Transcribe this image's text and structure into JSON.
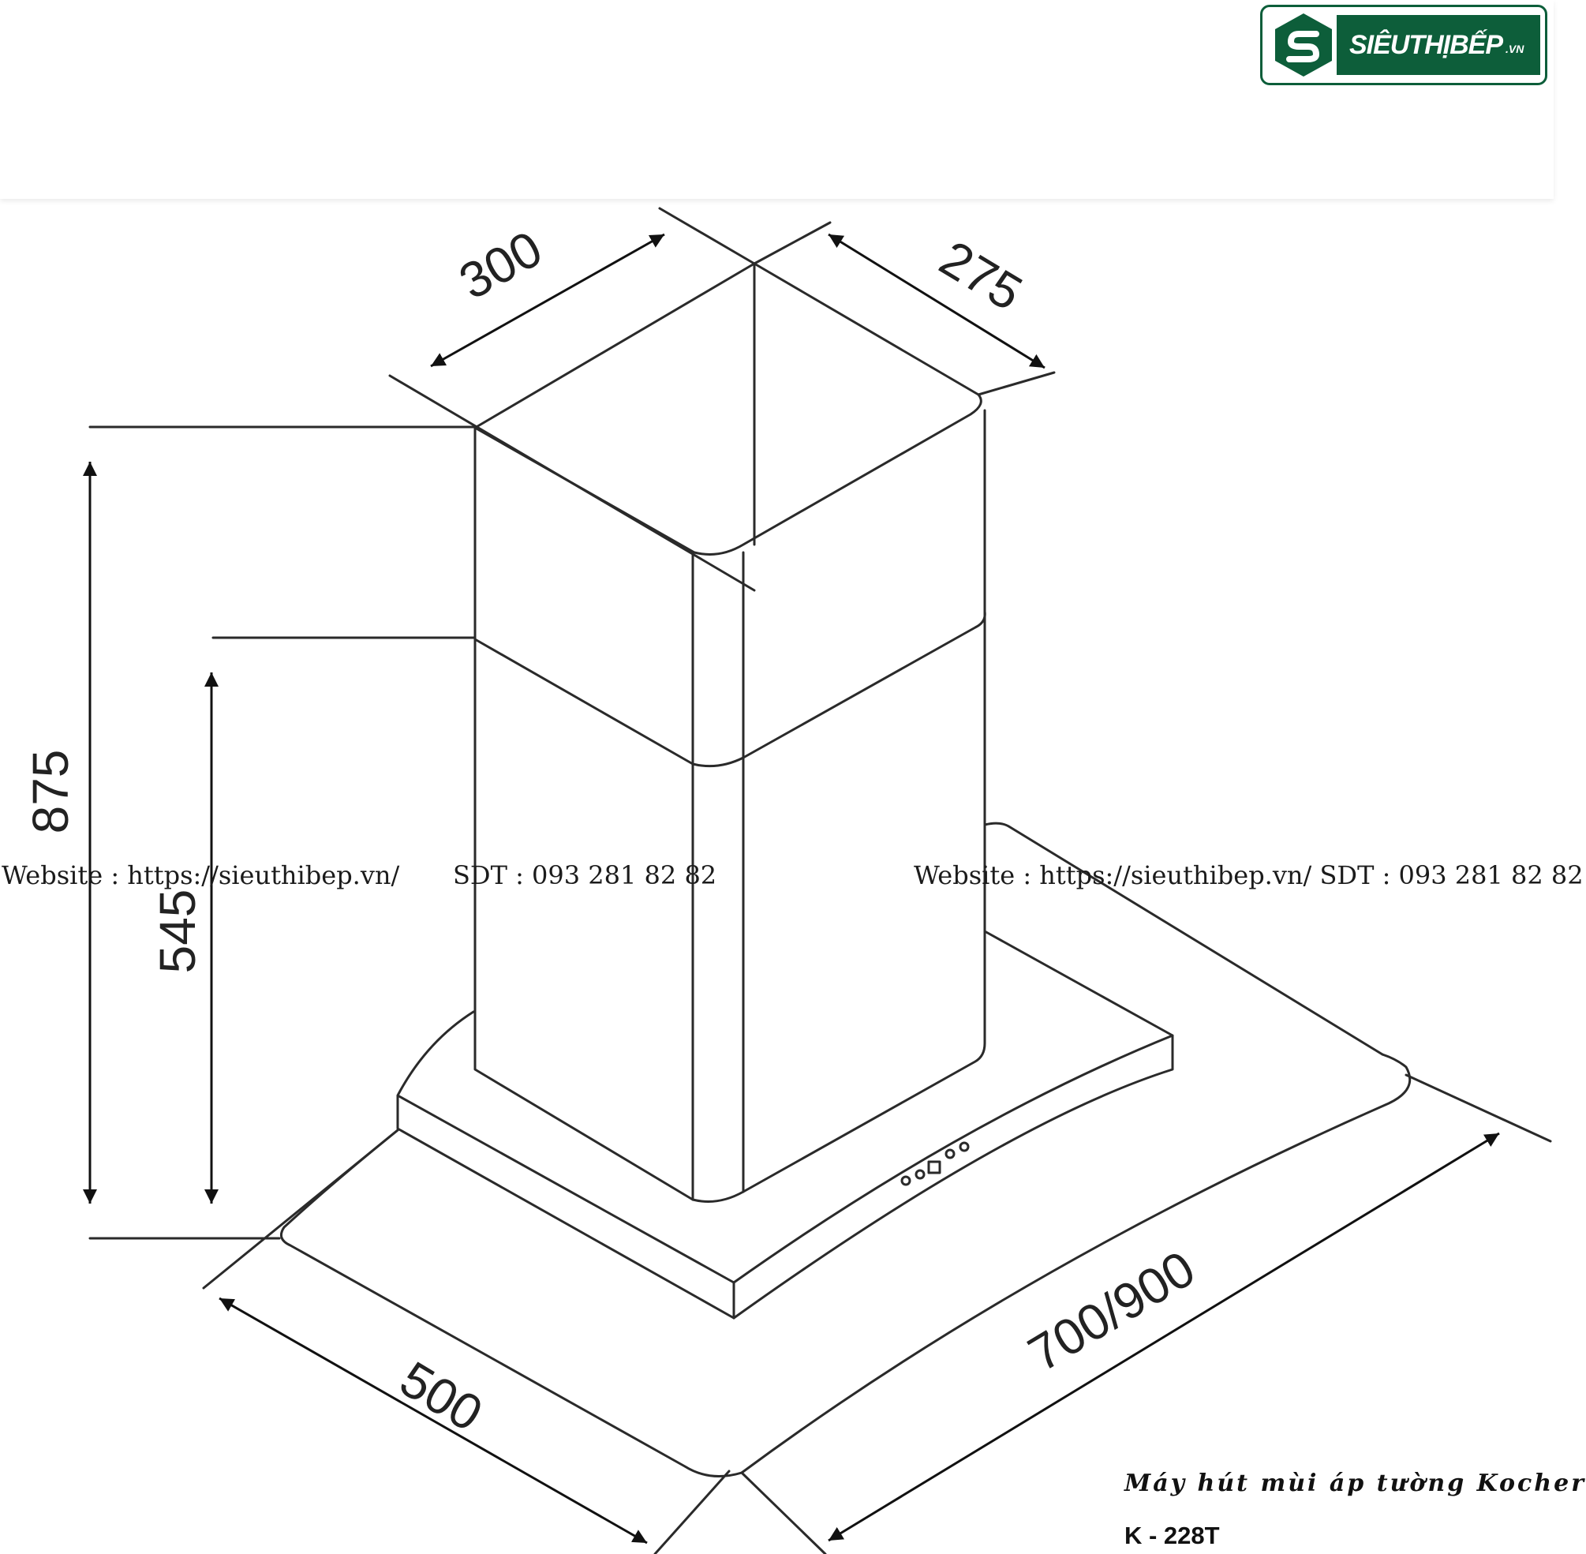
{
  "brand": {
    "name": "SIÊUTHỊBẾP",
    "suffix": ".VN",
    "primary_color": "#0d5e3a"
  },
  "dimensions": {
    "top_width": "300",
    "top_depth": "275",
    "total_height": "875",
    "chimney_height": "545",
    "depth": "500",
    "width": "700/900"
  },
  "watermarks": {
    "left_website": "Website : https://sieuthibep.vn/",
    "left_phone": "SDT : 093 281 82 82",
    "right": "Website : https://sieuthibep.vn/ SDT : 093 281 82 82"
  },
  "product": {
    "title": "Máy hút mùi áp tường Kocher",
    "model": "K - 228T"
  }
}
